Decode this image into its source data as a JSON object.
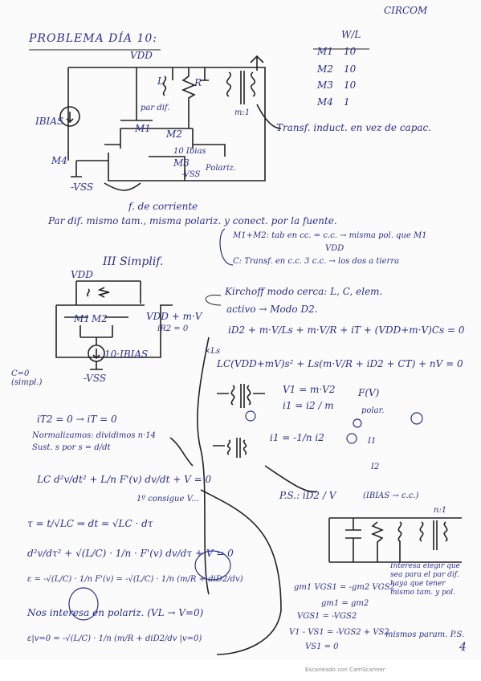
{
  "header": {
    "corner": "CIRCOM",
    "title": "PROBLEMA DÍA 10:"
  },
  "table": {
    "header": "W/L",
    "rows": [
      {
        "name": "M1",
        "value": "10"
      },
      {
        "name": "M2",
        "value": "10"
      },
      {
        "name": "M3",
        "value": "10"
      },
      {
        "name": "M4",
        "value": "1"
      }
    ]
  },
  "circuit1": {
    "vdd": "VDD",
    "ibias": "IBIAS",
    "L": "L",
    "R": "R",
    "ratio": "m:1",
    "par_dif": "par dif.",
    "m1": "M1",
    "m2": "M2",
    "m3": "M3",
    "m4": "M4",
    "ten_ibias": "10 Ibias",
    "vss": "-VSS",
    "vss2": "-VSS",
    "polariz": "Polariz.",
    "fuente": "f. de corriente",
    "transf": "Transf. induct. en vez de capac."
  },
  "notes": {
    "line1": "Par dif. mismo tam., misma polariz. y conect. por la fuente.",
    "line2a": "M1+M2: tab en cc. = c.c. → misma pol. que M1",
    "line2b": "VDD",
    "line3": "C: Transf. en c.c. 3 c.c. → los dos a tierra",
    "simplif": "III Simplif."
  },
  "circuit2": {
    "vdd": "VDD",
    "label_plus": "VDD + m·V",
    "i_label": "iR2 = 0",
    "m1": "M1",
    "m2": "M2",
    "ten_ibias": "10·IBIAS",
    "vss": "-VSS",
    "side": "C=0 (simpl.)"
  },
  "kirchhoff": {
    "title": "Kirchoff modo cerca: L, C, elem.",
    "sub": "activo → Modo D2.",
    "eq1": "iD2 + m·V/Ls + m·V/R + iT + (VDD+m·V)Cs = 0",
    "xls": "×Ls",
    "eq2": "LC(VDD+mV)s² + Ls(m·V/R + iD2 + CT) + nV = 0",
    "v1": "V1 = m·V2",
    "i1": "i1 = i2 / m",
    "fv": "F(V)",
    "polar": "polar.",
    "i1b": "i1 = -1/n i2",
    "i1c": "I1",
    "i2c": "I2"
  },
  "left_math": {
    "l1": "iT2 = 0 → iT = 0",
    "l2": "Normalizamos: dividimos n·14",
    "l3": "Sust. s por s = d/dt",
    "l4": "LC d²v/dt² + L/n F'(v) dv/dt + V = 0",
    "l5": "1º consigue V...",
    "l6": "τ = t/√LC ⇒ dt = √LC · dτ",
    "l7": "d²v/dτ² + √(L/C) · 1/n · F'(v) dv/dτ + V = 0",
    "l8": "ε = -√(L/C) · 1/n F'(v) = -√(L/C) · 1/n (m/R + diD2/dv)",
    "l9": "Nos interesa en polariz. (VL → V=0)",
    "l10": "ε|v=0 = -√(L/C) · 1/n (m/R + diD2/dv |v=0)"
  },
  "right_math": {
    "ps": "P.S.: iD2 / V",
    "ps2": "(IBIAS → c.c.)",
    "n1": "n:1",
    "gm_eq": "gm1 VGS1 = -gm2 VGS2",
    "gm_eq2": "gm1 = gm2",
    "vgs_eq": "VGS1 = -VGS2",
    "vgs_eq2": "V1 - VS1 = -VGS2 + VS2",
    "vs": "VS1 = 0",
    "note": "Interesa elegir que sea para el par dif. haya que tener mismo tam. y pol.",
    "note2": "mismos param. P.S.",
    "page_num": "4"
  },
  "footer": {
    "scan": "Escaneado con CamScanner"
  }
}
